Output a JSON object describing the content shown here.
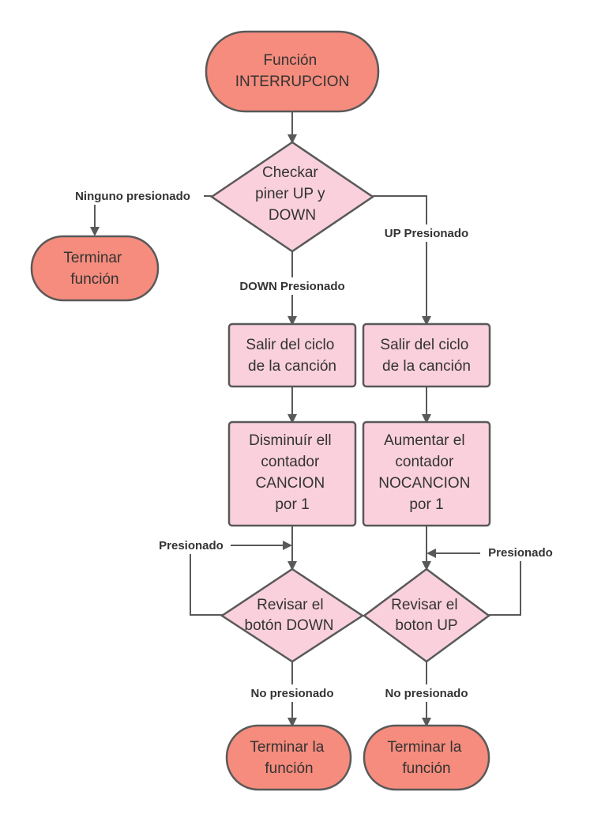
{
  "nodes": {
    "start": {
      "lines": [
        "Función",
        "INTERRUPCION"
      ]
    },
    "check_pins": {
      "lines": [
        "Checkar",
        "piner UP y",
        "DOWN"
      ]
    },
    "end_left": {
      "lines": [
        "Terminar",
        "función"
      ]
    },
    "exit_loop_down": {
      "lines": [
        "Salir del ciclo",
        "de la canción"
      ]
    },
    "exit_loop_up": {
      "lines": [
        "Salir del ciclo",
        "de la canción"
      ]
    },
    "decrease_counter": {
      "lines": [
        "Disminuír ell",
        "contador",
        "CANCION",
        "por 1"
      ]
    },
    "increase_counter": {
      "lines": [
        "Aumentar el",
        "contador",
        "NOCANCION",
        "por 1"
      ]
    },
    "check_down": {
      "lines": [
        "Revisar el",
        "botón DOWN"
      ]
    },
    "check_up": {
      "lines": [
        "Revisar el",
        "boton UP"
      ]
    },
    "end_down": {
      "lines": [
        "Terminar la",
        "función"
      ]
    },
    "end_up": {
      "lines": [
        "Terminar la",
        "función"
      ]
    }
  },
  "edge_labels": {
    "none_pressed": "Ninguno presionado",
    "up_pressed": "UP Presionado",
    "down_pressed": "DOWN Presionado",
    "pressed_left": "Presionado",
    "pressed_right": "Presionado",
    "not_pressed_left": "No presionado",
    "not_pressed_right": "No presionado"
  },
  "colors": {
    "terminal_fill": "#f58c7d",
    "process_fill": "#f9d0dc",
    "stroke": "#595959",
    "text": "#333333"
  }
}
